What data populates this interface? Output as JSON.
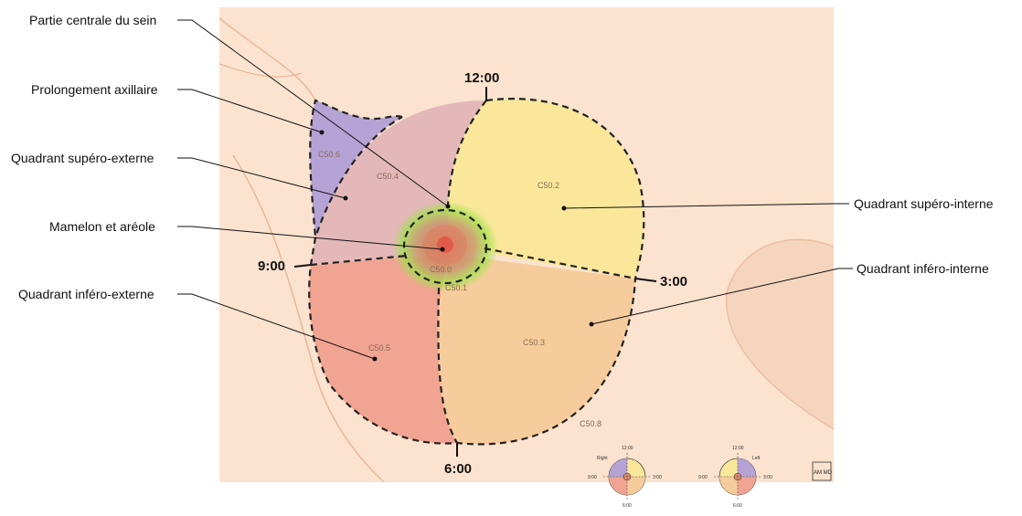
{
  "labels": {
    "central": "Partie centrale du sein",
    "axillary": "Prolongement axillaire",
    "upper_outer": "Quadrant supéro-externe",
    "nipple": "Mamelon et aréole",
    "lower_outer": "Quadrant inféro-externe",
    "upper_inner": "Quadrant supéro-interne",
    "lower_inner": "Quadrant inféro-interne"
  },
  "clock": {
    "c12": "12:00",
    "c3": "3:00",
    "c6": "6:00",
    "c9": "9:00"
  },
  "codes": {
    "c500": "C50.0",
    "c501": "C50.1",
    "c502": "C50.2",
    "c503": "C50.3",
    "c504": "C50.4",
    "c505": "C50.5",
    "c506": "C50.6",
    "c508": "C50.8"
  },
  "mini": {
    "right": "Right",
    "left": "Left",
    "t12": "12:00",
    "t3": "3:00",
    "t6": "6:00",
    "t9": "9:00"
  },
  "logo": "AM MD",
  "colors": {
    "skin": "#fbe3cf",
    "axillary": "#b5a3d6",
    "upper_outer": "#e4b8b9",
    "upper_inner": "#fbe79a",
    "lower_outer": "#f1a491",
    "lower_inner": "#f7cc9c",
    "nipple_glow": "#9fe34a"
  }
}
